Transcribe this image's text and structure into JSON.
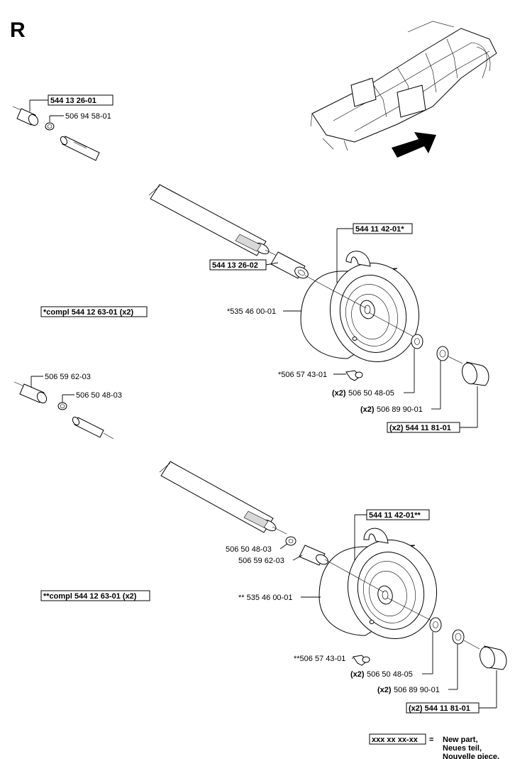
{
  "page": {
    "letter": "R"
  },
  "labels": {
    "top_sleeve_544_13_26_01": "544 13 26-01",
    "top_washer": "506 94 58-01",
    "mid_sleeve_544_13_26_02": "544 13 26-02",
    "mid_wheel_label": "544 11 42-01*",
    "mid_compl_note": "*compl 544 12 63-01 (x2)",
    "mid_rim": "*535 46 00-01",
    "mid_valve": "*506 57 43-01",
    "mid_washer_qty": "(x2)",
    "mid_washer": "506 50 48-05",
    "mid_clip_qty": "(x2)",
    "mid_clip": "506 89 90-01",
    "mid_cap": "(x2) 544 11 81-01",
    "left_sleeve": "506 59 62-03",
    "left_washer": "506 50 48-03",
    "bot_wheel_label": "544 11 42-01**",
    "bot_washer_left": "506 50 48-03",
    "bot_sleeve": "506 59 62-03",
    "bot_compl_note": "**compl 544 12 63-01 (x2)",
    "bot_rim": "** 535 46 00-01",
    "bot_valve": "**506 57 43-01",
    "bot_washer_qty": "(x2)",
    "bot_washer": "506 50 48-05",
    "bot_clip_qty": "(x2)",
    "bot_clip": "506 89 90-01",
    "bot_cap": "(x2) 544 11 81-01"
  },
  "legend": {
    "sample": "xxx xx xx-xx",
    "equals": "=",
    "line1": "New part,",
    "line2": "Neues teil,",
    "line3": "Nouvelle piece,"
  }
}
